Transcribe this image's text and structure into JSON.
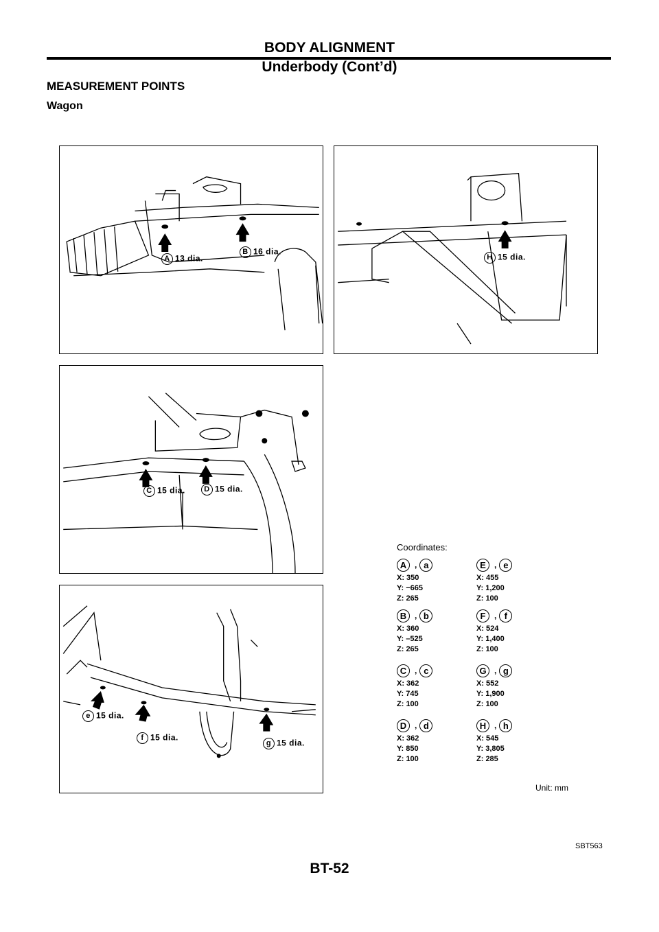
{
  "header": {
    "title": "BODY ALIGNMENT",
    "subtitle": "Underbody (Cont’d)"
  },
  "section": {
    "title": "MEASUREMENT POINTS",
    "subtitle": "Wagon"
  },
  "panels": {
    "p1": {
      "labels": [
        {
          "id": "A",
          "text": "13 dia."
        },
        {
          "id": "B",
          "text": "16 dia."
        }
      ]
    },
    "p2": {
      "labels": [
        {
          "id": "H",
          "text": "15 dia."
        }
      ]
    },
    "p3": {
      "labels": [
        {
          "id": "C",
          "text": "15 dia."
        },
        {
          "id": "D",
          "text": "15 dia."
        }
      ]
    },
    "p4": {
      "labels": [
        {
          "id": "e",
          "text": "15 dia."
        },
        {
          "id": "f",
          "text": "15 dia."
        },
        {
          "id": "g",
          "text": "15 dia."
        }
      ]
    }
  },
  "coordinates": {
    "title": "Coordinates:",
    "groups": [
      {
        "upper": "A",
        "lower": "a",
        "x": "X: 350",
        "y": "Y: −665",
        "z": "Z: 265"
      },
      {
        "upper": "E",
        "lower": "e",
        "x": "X: 455",
        "y": "Y: 1,200",
        "z": "Z: 100"
      },
      {
        "upper": "B",
        "lower": "b",
        "x": "X: 360",
        "y": "Y: –525",
        "z": "Z: 265"
      },
      {
        "upper": "F",
        "lower": "f",
        "x": "X: 524",
        "y": "Y: 1,400",
        "z": "Z: 100"
      },
      {
        "upper": "C",
        "lower": "c",
        "x": "X: 362",
        "y": "Y: 745",
        "z": "Z: 100"
      },
      {
        "upper": "G",
        "lower": "g",
        "x": "X: 552",
        "y": "Y: 1,900",
        "z": "Z: 100"
      },
      {
        "upper": "D",
        "lower": "d",
        "x": "X: 362",
        "y": "Y: 850",
        "z": "Z: 100"
      },
      {
        "upper": "H",
        "lower": "h",
        "x": "X: 545",
        "y": "Y: 3,805",
        "z": "Z: 285"
      }
    ],
    "separator": ",",
    "unit": "Unit: mm"
  },
  "figure_id": "SBT563",
  "page_number": "BT-52"
}
